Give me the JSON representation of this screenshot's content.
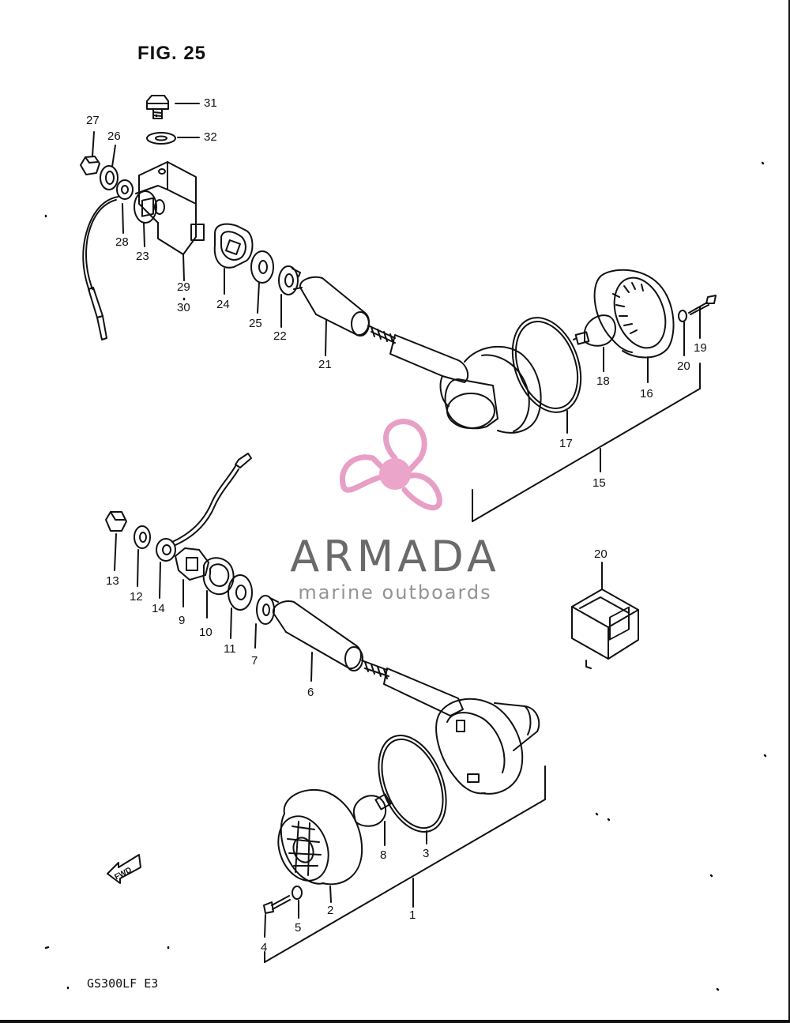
{
  "figure": {
    "title": "FIG. 25",
    "model_code": "GS300LF  E3",
    "fwd_label": "FWD"
  },
  "watermark": {
    "brand": "ARMADA",
    "tagline": "marine outboards",
    "colors": {
      "propeller": "#e79ac4",
      "hub": "#eaa0c8",
      "text": "#5e5e5e"
    }
  },
  "part_labels": {
    "p1": "1",
    "p2": "2",
    "p3": "3",
    "p4": "4",
    "p5": "5",
    "p6": "6",
    "p7": "7",
    "p8": "8",
    "p9": "9",
    "p10": "10",
    "p11": "11",
    "p12": "12",
    "p13": "13",
    "p14": "14",
    "p15": "15",
    "p16": "16",
    "p17": "17",
    "p18": "18",
    "p19": "19",
    "p20a": "20",
    "p20b": "20",
    "p21": "21",
    "p22": "22",
    "p23": "23",
    "p24": "24",
    "p25": "25",
    "p26": "26",
    "p27": "27",
    "p28": "28",
    "p29": "29",
    "p30": "30",
    "p31": "31",
    "p32": "32"
  }
}
